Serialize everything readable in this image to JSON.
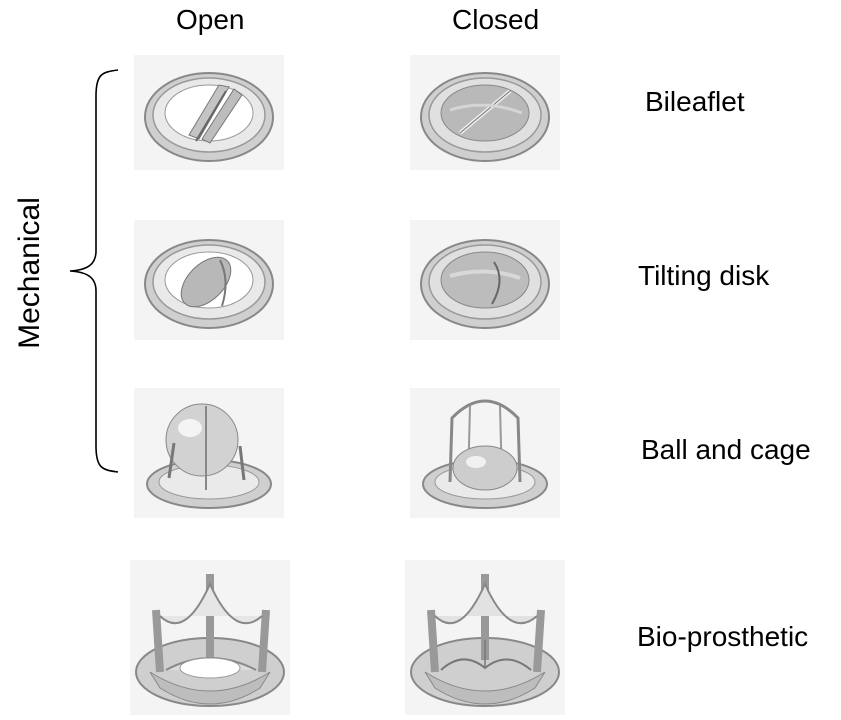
{
  "columns": {
    "open": "Open",
    "closed": "Closed"
  },
  "group_label": "Mechanical",
  "rows": [
    {
      "label": "Bileaflet",
      "icon_open": "bileaflet-open-valve",
      "icon_closed": "bileaflet-closed-valve"
    },
    {
      "label": "Tilting disk",
      "icon_open": "tilting-disk-open-valve",
      "icon_closed": "tilting-disk-closed-valve"
    },
    {
      "label": "Ball and cage",
      "icon_open": "ball-cage-open-valve",
      "icon_closed": "ball-cage-closed-valve"
    },
    {
      "label": "Bio-prosthetic",
      "icon_open": "bioprosthetic-open-valve",
      "icon_closed": "bioprosthetic-closed-valve"
    }
  ]
}
